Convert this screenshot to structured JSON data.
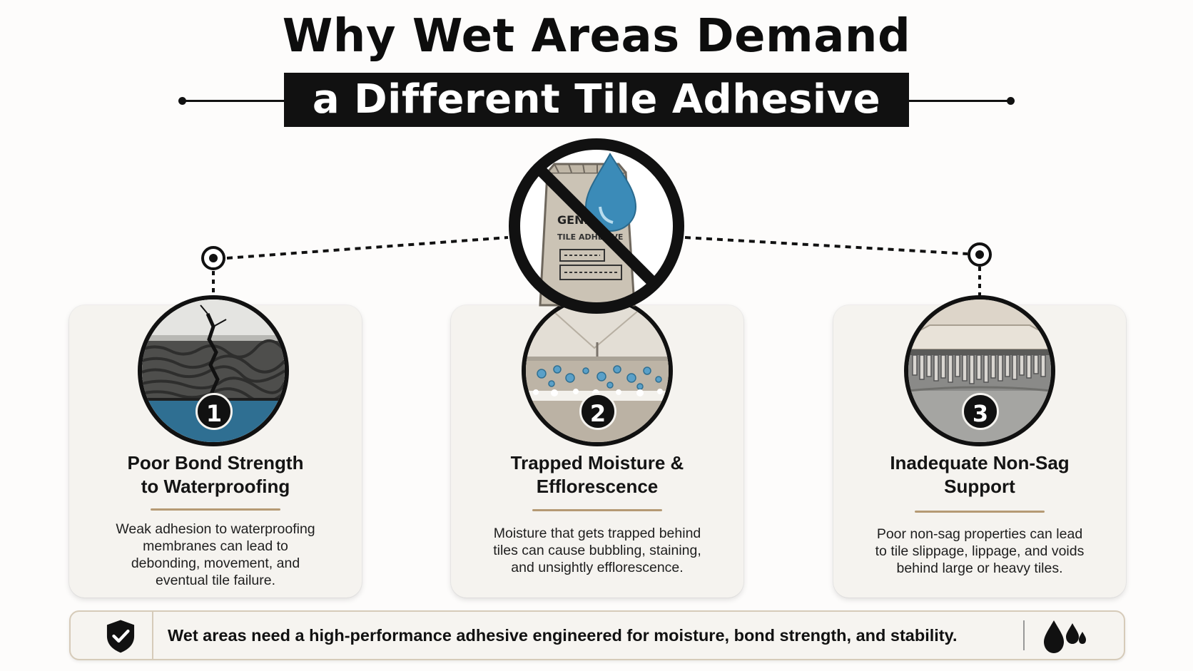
{
  "header": {
    "title_line1": "Why Wet Areas Demand",
    "title_line2": "a Different Tile Adhesive"
  },
  "center_graphic": {
    "icon": "no-generic-adhesive-icon",
    "bag_label_line1": "GENERIC",
    "bag_label_line2": "TILE ADHESIVE"
  },
  "cards": [
    {
      "number": "1",
      "title_lines": [
        "Poor Bond Strength",
        "to Waterproofing"
      ],
      "body_lines": [
        "Weak adhesion to waterproofing",
        "membranes can lead to",
        "debonding, movement, and",
        "eventual tile failure."
      ],
      "icon": "cracked-tile-icon"
    },
    {
      "number": "2",
      "title_lines": [
        "Trapped Moisture &",
        "Efflorescence"
      ],
      "body_lines": [
        "Moisture that gets trapped behind",
        "tiles can cause bubbling, staining,",
        "and unsightly efflorescence."
      ],
      "icon": "trapped-moisture-icon"
    },
    {
      "number": "3",
      "title_lines": [
        "Inadequate Non-Sag",
        "Support"
      ],
      "body_lines": [
        "Poor non-sag properties can lead",
        "to tile slippage, lippage, and voids",
        "behind large or heavy tiles."
      ],
      "icon": "sagging-tile-icon"
    }
  ],
  "footer": {
    "text": "Wet areas need a high-performance adhesive engineered for moisture, bond strength, and stability.",
    "left_icon": "shield-check-icon",
    "right_icon": "water-drops-icon"
  },
  "colors": {
    "ink": "#111111",
    "accent_gold": "#b59a74",
    "water_blue": "#2f6f92",
    "card_bg": "#f5f3ef"
  }
}
